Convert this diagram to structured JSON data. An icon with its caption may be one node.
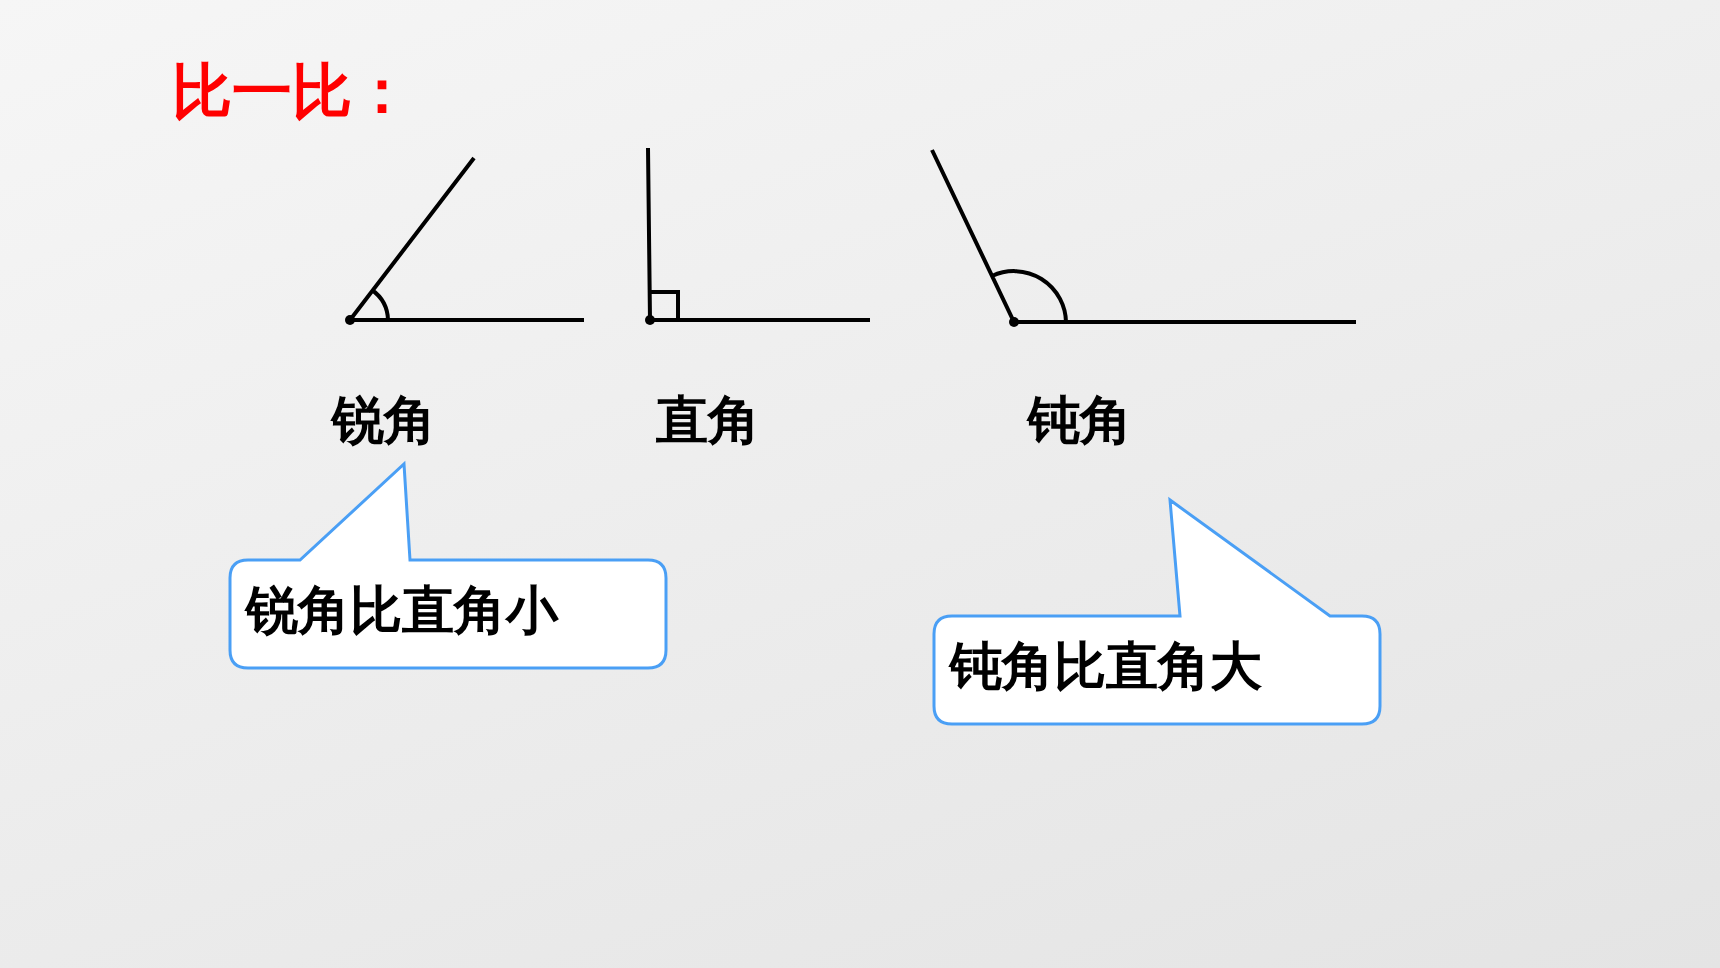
{
  "diagram": {
    "title": "比一比：",
    "nodes": [
      {
        "text": [
          "锐角比直角小"
        ]
      },
      {
        "text": [
          "钝角比直角大"
        ]
      }
    ],
    "edges": [],
    "labels": [
      "锐角",
      "直角",
      "钝角"
    ]
  }
}
